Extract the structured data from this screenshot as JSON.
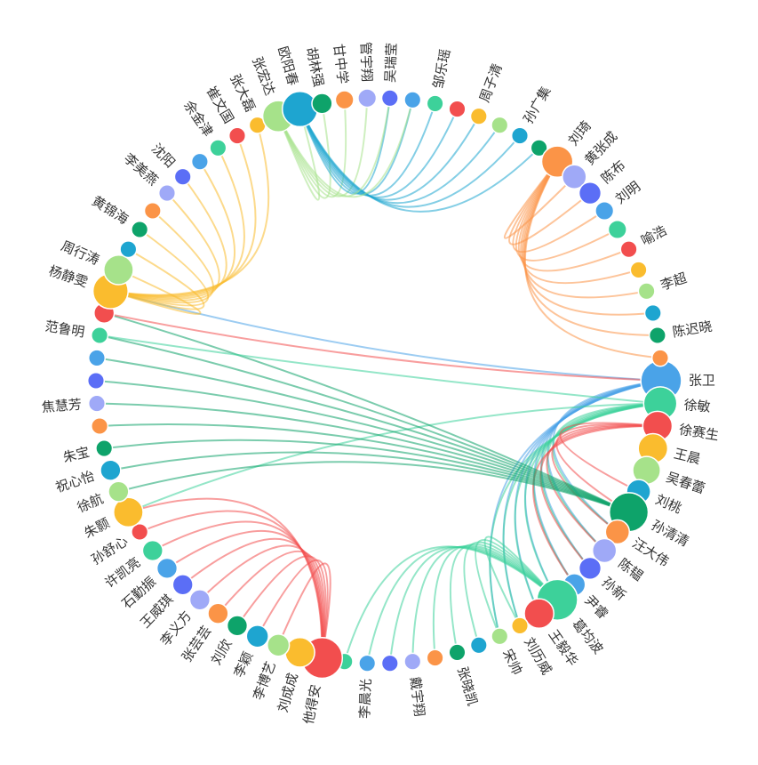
{
  "chart_data": {
    "type": "circular-graph",
    "palette": [
      "#5470c6",
      "#91cc75",
      "#fac858",
      "#ee6666",
      "#73c0de",
      "#3ba272",
      "#fc8452",
      "#9a60b4",
      "#3fb1e3",
      "#6be6c1",
      "#626c91",
      "#a0a7e6",
      "#c4ebad",
      "#96dee8"
    ],
    "nodes": [
      {
        "name": "张卫",
        "value": 18,
        "color": "#4aa3e8"
      },
      {
        "name": "徐敏",
        "value": 14,
        "color": "#3dd19a"
      },
      {
        "name": "徐赛生",
        "value": 12,
        "color": "#f24e4e"
      },
      {
        "name": "王晨",
        "value": 12,
        "color": "#fabc2e"
      },
      {
        "name": "吴春蕾",
        "value": 11,
        "color": "#a6e28a"
      },
      {
        "name": "刘桃",
        "value": 9,
        "color": "#1ea5d0"
      },
      {
        "name": "孙清清",
        "value": 17,
        "color": "#0ea36a"
      },
      {
        "name": "汪大伟",
        "value": 9,
        "color": "#fb9447"
      },
      {
        "name": "陈韫",
        "value": 9,
        "color": "#9fa9f7"
      },
      {
        "name": "孙新",
        "value": 8,
        "color": "#5b6ef6"
      },
      {
        "name": "尹睿",
        "value": 8,
        "color": "#4aa3e8"
      },
      {
        "name": "葛均波",
        "value": 18,
        "color": "#3dd19a"
      },
      {
        "name": "王毅华",
        "value": 12,
        "color": "#f24e4e"
      },
      {
        "name": "刘历威",
        "value": 5,
        "color": "#fabc2e"
      },
      {
        "name": "宋帅",
        "value": 5,
        "color": "#a6e28a"
      },
      {
        "name": "",
        "value": 5,
        "color": "#1ea5d0"
      },
      {
        "name": "张晓凯",
        "value": 5,
        "color": "#0ea36a"
      },
      {
        "name": "",
        "value": 5,
        "color": "#fb9447"
      },
      {
        "name": "戴宇翔",
        "value": 5,
        "color": "#9fa9f7"
      },
      {
        "name": "",
        "value": 5,
        "color": "#5b6ef6"
      },
      {
        "name": "李晨光",
        "value": 5,
        "color": "#4aa3e8"
      },
      {
        "name": "",
        "value": 5,
        "color": "#3dd19a"
      },
      {
        "name": "他得安",
        "value": 18,
        "color": "#f24e4e"
      },
      {
        "name": "刘成成",
        "value": 12,
        "color": "#fabc2e"
      },
      {
        "name": "李博艺",
        "value": 8,
        "color": "#a6e28a"
      },
      {
        "name": "李颖",
        "value": 8,
        "color": "#1ea5d0"
      },
      {
        "name": "刘欣",
        "value": 7,
        "color": "#0ea36a"
      },
      {
        "name": "张芸芸",
        "value": 7,
        "color": "#fb9447"
      },
      {
        "name": "李义方",
        "value": 7,
        "color": "#9fa9f7"
      },
      {
        "name": "王威琪",
        "value": 7,
        "color": "#5b6ef6"
      },
      {
        "name": "石勤振",
        "value": 7,
        "color": "#4aa3e8"
      },
      {
        "name": "许凯亮",
        "value": 7,
        "color": "#3dd19a"
      },
      {
        "name": "孙舒心",
        "value": 5,
        "color": "#f24e4e"
      },
      {
        "name": "朱颢",
        "value": 12,
        "color": "#fabc2e"
      },
      {
        "name": "徐航",
        "value": 7,
        "color": "#a6e28a"
      },
      {
        "name": "祝心怡",
        "value": 7,
        "color": "#1ea5d0"
      },
      {
        "name": "朱宝",
        "value": 5,
        "color": "#0ea36a"
      },
      {
        "name": "",
        "value": 5,
        "color": "#fb9447"
      },
      {
        "name": "焦慧芳",
        "value": 5,
        "color": "#9fa9f7"
      },
      {
        "name": "",
        "value": 5,
        "color": "#5b6ef6"
      },
      {
        "name": "",
        "value": 5,
        "color": "#4aa3e8"
      },
      {
        "name": "范鲁明",
        "value": 5,
        "color": "#3dd19a"
      },
      {
        "name": "",
        "value": 7,
        "color": "#f24e4e"
      },
      {
        "name": "杨静雯",
        "value": 15,
        "color": "#fabc2e"
      },
      {
        "name": "周行涛",
        "value": 12,
        "color": "#a6e28a"
      },
      {
        "name": "",
        "value": 5,
        "color": "#1ea5d0"
      },
      {
        "name": "黄锦海",
        "value": 5,
        "color": "#0ea36a"
      },
      {
        "name": "",
        "value": 5,
        "color": "#fb9447"
      },
      {
        "name": "李美燕",
        "value": 5,
        "color": "#9fa9f7"
      },
      {
        "name": "沈阳",
        "value": 5,
        "color": "#5b6ef6"
      },
      {
        "name": "",
        "value": 5,
        "color": "#4aa3e8"
      },
      {
        "name": "余金津",
        "value": 5,
        "color": "#3dd19a"
      },
      {
        "name": "崔文国",
        "value": 5,
        "color": "#f24e4e"
      },
      {
        "name": "张大磊",
        "value": 5,
        "color": "#fabc2e"
      },
      {
        "name": "张宏达",
        "value": 13,
        "color": "#a6e28a"
      },
      {
        "name": "欧阳春",
        "value": 15,
        "color": "#1ea5d0"
      },
      {
        "name": "胡林强",
        "value": 7,
        "color": "#0ea36a"
      },
      {
        "name": "甘中学",
        "value": 6,
        "color": "#fb9447"
      },
      {
        "name": "管宇翔",
        "value": 6,
        "color": "#9fa9f7"
      },
      {
        "name": "吴瑞莹",
        "value": 5,
        "color": "#5b6ef6"
      },
      {
        "name": "",
        "value": 5,
        "color": "#4aa3e8"
      },
      {
        "name": "邹乐瑶",
        "value": 5,
        "color": "#3dd19a"
      },
      {
        "name": "",
        "value": 5,
        "color": "#f24e4e"
      },
      {
        "name": "周子清",
        "value": 5,
        "color": "#fabc2e"
      },
      {
        "name": "",
        "value": 5,
        "color": "#a6e28a"
      },
      {
        "name": "孙广集",
        "value": 5,
        "color": "#1ea5d0"
      },
      {
        "name": "",
        "value": 5,
        "color": "#0ea36a"
      },
      {
        "name": "刘琦",
        "value": 13,
        "color": "#fb9447"
      },
      {
        "name": "黄张成",
        "value": 9,
        "color": "#9fa9f7"
      },
      {
        "name": "陈布",
        "value": 8,
        "color": "#5b6ef6"
      },
      {
        "name": "刘明",
        "value": 6,
        "color": "#4aa3e8"
      },
      {
        "name": "",
        "value": 6,
        "color": "#3dd19a"
      },
      {
        "name": "喻浩",
        "value": 5,
        "color": "#f24e4e"
      },
      {
        "name": "",
        "value": 5,
        "color": "#fabc2e"
      },
      {
        "name": "李超",
        "value": 5,
        "color": "#a6e28a"
      },
      {
        "name": "",
        "value": 5,
        "color": "#1ea5d0"
      },
      {
        "name": "陈迟晓",
        "value": 5,
        "color": "#0ea36a"
      },
      {
        "name": "",
        "value": 5,
        "color": "#fb9447"
      }
    ],
    "links": [
      [
        0,
        7
      ],
      [
        0,
        8
      ],
      [
        0,
        9
      ],
      [
        0,
        10
      ],
      [
        0,
        11
      ],
      [
        0,
        12
      ],
      [
        0,
        13
      ],
      [
        0,
        14
      ],
      [
        0,
        43
      ],
      [
        1,
        7
      ],
      [
        1,
        8
      ],
      [
        1,
        9
      ],
      [
        1,
        10
      ],
      [
        1,
        11
      ],
      [
        1,
        12
      ],
      [
        1,
        13
      ],
      [
        1,
        14
      ],
      [
        1,
        33
      ],
      [
        2,
        5
      ],
      [
        2,
        6
      ],
      [
        2,
        7
      ],
      [
        2,
        8
      ],
      [
        2,
        9
      ],
      [
        2,
        10
      ],
      [
        11,
        13
      ],
      [
        11,
        14
      ],
      [
        11,
        15
      ],
      [
        11,
        16
      ],
      [
        11,
        17
      ],
      [
        11,
        18
      ],
      [
        11,
        19
      ],
      [
        11,
        20
      ],
      [
        11,
        21
      ],
      [
        22,
        24
      ],
      [
        22,
        25
      ],
      [
        22,
        26
      ],
      [
        22,
        27
      ],
      [
        22,
        28
      ],
      [
        22,
        29
      ],
      [
        22,
        30
      ],
      [
        22,
        31
      ],
      [
        22,
        32
      ],
      [
        22,
        33
      ],
      [
        6,
        34
      ],
      [
        6,
        35
      ],
      [
        6,
        36
      ],
      [
        6,
        37
      ],
      [
        6,
        38
      ],
      [
        6,
        39
      ],
      [
        6,
        40
      ],
      [
        6,
        41
      ],
      [
        6,
        42
      ],
      [
        43,
        44
      ],
      [
        43,
        45
      ],
      [
        43,
        46
      ],
      [
        43,
        47
      ],
      [
        43,
        48
      ],
      [
        43,
        49
      ],
      [
        43,
        50
      ],
      [
        43,
        51
      ],
      [
        43,
        52
      ],
      [
        43,
        53
      ],
      [
        54,
        55
      ],
      [
        54,
        56
      ],
      [
        54,
        57
      ],
      [
        54,
        58
      ],
      [
        55,
        59
      ],
      [
        55,
        60
      ],
      [
        55,
        61
      ],
      [
        55,
        62
      ],
      [
        55,
        63
      ],
      [
        55,
        64
      ],
      [
        55,
        65
      ],
      [
        55,
        66
      ],
      [
        54,
        59
      ],
      [
        54,
        60
      ],
      [
        67,
        68
      ],
      [
        67,
        69
      ],
      [
        67,
        70
      ],
      [
        67,
        71
      ],
      [
        67,
        72
      ],
      [
        67,
        73
      ],
      [
        67,
        74
      ],
      [
        67,
        75
      ],
      [
        67,
        76
      ],
      [
        67,
        77
      ],
      [
        42,
        0
      ],
      [
        41,
        1
      ]
    ]
  }
}
